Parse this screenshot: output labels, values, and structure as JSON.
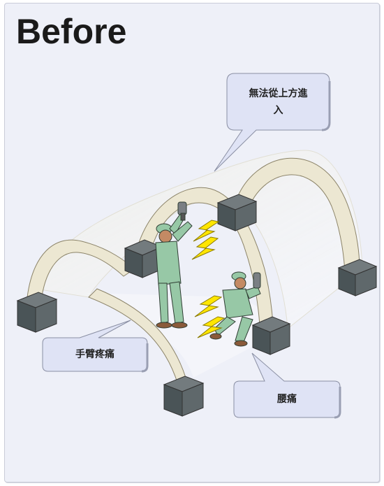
{
  "title": "Before",
  "callouts": {
    "top": "無法從上方進\n入",
    "arm": "手臂疼痛",
    "back": "腰痛"
  },
  "colors": {
    "panel_bg": "#eef0f8",
    "callout_fill": "#dfe3f5",
    "arch_fill": "#ece7d2",
    "block_fill": "#4a5457",
    "worker_fill": "#97c8a6",
    "lightning": "#ffe600"
  }
}
